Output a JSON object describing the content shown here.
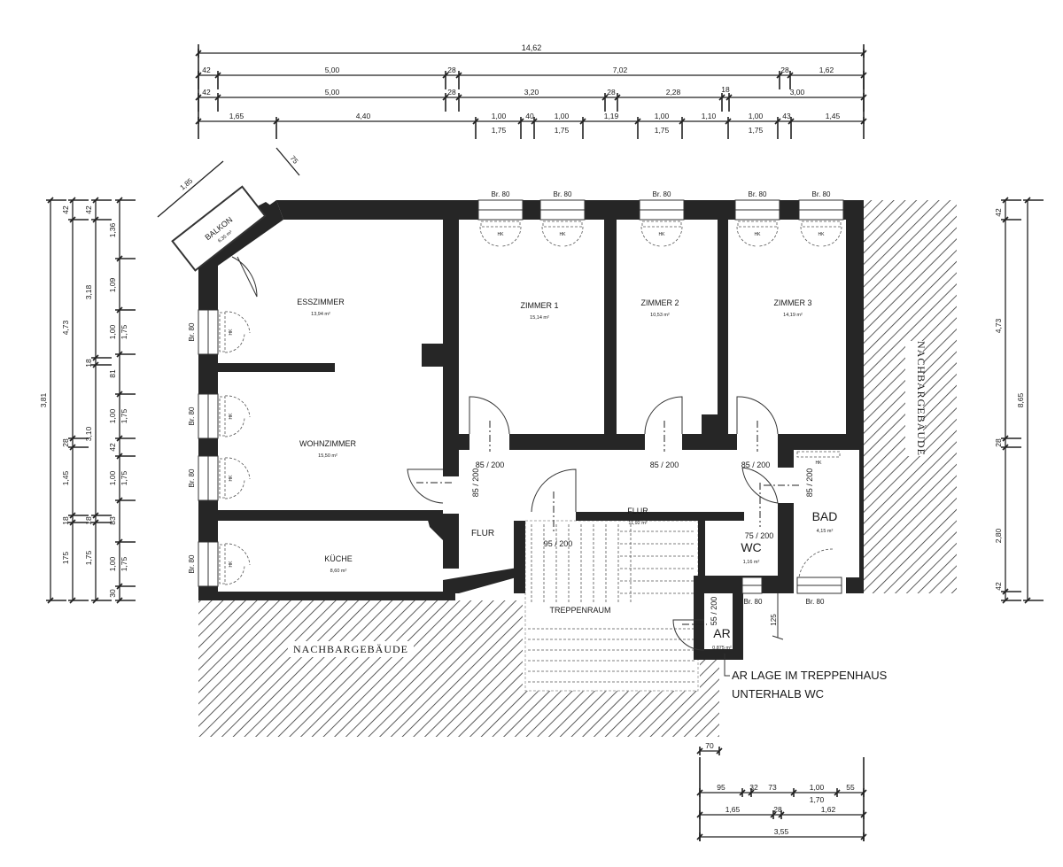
{
  "rooms": {
    "esszimmer": {
      "name": "ESSZIMMER",
      "area": "13,94 m²"
    },
    "zimmer1": {
      "name": "ZIMMER 1",
      "area": "15,14 m²"
    },
    "zimmer2": {
      "name": "ZIMMER 2",
      "area": "10,53 m²"
    },
    "zimmer3": {
      "name": "ZIMMER 3",
      "area": "14,19 m²"
    },
    "wohnzimmer": {
      "name": "WOHNZIMMER",
      "area": "15,50 m²"
    },
    "kueche": {
      "name": "KÜCHE",
      "area": "8,60 m²"
    },
    "flur": {
      "name": "FLUR",
      "area": "11,92 m²"
    },
    "flur_small": {
      "name": "FLUR"
    },
    "treppenraum": {
      "name": "TREPPENRAUM"
    },
    "bad": {
      "name": "BAD",
      "area": "4,15 m²"
    },
    "wc": {
      "name": "WC",
      "area": "1,16 m²"
    },
    "ar": {
      "name": "AR",
      "area": "0,875 m²"
    },
    "balkon": {
      "name": "BALKON",
      "area": "6,35 m²"
    }
  },
  "neighbors": {
    "label": "NACHBARGEBÄUDE"
  },
  "note": {
    "line1": "AR LAGE IM TREPPENHAUS",
    "line2": "UNTERHALB WC"
  },
  "window_label": "Br. 80",
  "radiator_label": "HK",
  "doors": {
    "d85": "85 / 200",
    "d95": "95 / 200",
    "d75": "75 / 200",
    "d55": "55 / 200"
  },
  "dimensions": {
    "top_total": "14,62",
    "top_row1": [
      "42",
      "5,00",
      "28",
      "7,02",
      "28",
      "1,62"
    ],
    "top_row2": [
      "42",
      "5,00",
      "28",
      "3,20",
      "28",
      "2,28",
      "18",
      "3,00"
    ],
    "top_row3": [
      "1,65",
      "4,40",
      "1,00",
      "40",
      "1,00",
      "1,19",
      "1,00",
      "1,10",
      "1,00",
      "43",
      "1,45"
    ],
    "top_row3_sub": [
      "1,75",
      "1,75",
      "1,75",
      "1,75"
    ],
    "balcony": [
      "1,85",
      "75"
    ],
    "left_total": "3,81",
    "left_col2": [
      "42",
      "4,73",
      "28",
      "1,45",
      "18",
      "175"
    ],
    "left_col3": [
      "42",
      "3,18",
      "18",
      "3,10",
      "18",
      "1,75"
    ],
    "left_col4": [
      "1,36",
      "1,09",
      "1,00",
      "81",
      "1,00",
      "42",
      "1,00",
      "83",
      "1,00",
      "30"
    ],
    "left_col4_sub": [
      "1,75",
      "1,75",
      "1,75",
      "1,75"
    ],
    "right": [
      "42",
      "4,73",
      "28",
      "2,80",
      "42"
    ],
    "right_total": "8,65",
    "bottom_70": "70",
    "bottom_row1": [
      "95",
      "32",
      "73",
      "1,00",
      "55"
    ],
    "bottom_row1_sub": "1,70",
    "bottom_row2": [
      "1,65",
      "28",
      "1,62"
    ],
    "bottom_total": "3,55",
    "ar_offset": "125"
  },
  "colors": {
    "wall": "#262626",
    "hatch": "#333333",
    "background": "#ffffff"
  }
}
